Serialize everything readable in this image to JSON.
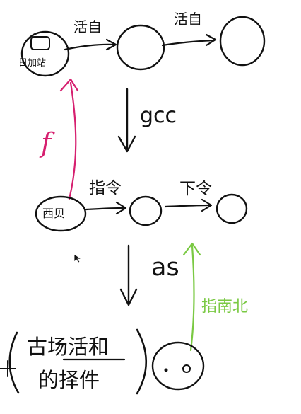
{
  "nodes": {
    "top_left": "日加站",
    "mid_left": "西贝"
  },
  "edges": {
    "top_first": "活自",
    "top_second": "活自",
    "middle_first": "指令",
    "middle_second": "下令",
    "down_gcc": "gcc",
    "down_as": "as",
    "up_f": "f",
    "up_green": "指南北"
  },
  "bottom_text": {
    "line1": "古场活和",
    "line2": "的择件"
  },
  "colors": {
    "ink": "#111111",
    "magenta": "#d61f6f",
    "green": "#7ac943",
    "canvas": "#ffffff"
  },
  "icons": {
    "cursor": "arrow-pointer-icon"
  }
}
